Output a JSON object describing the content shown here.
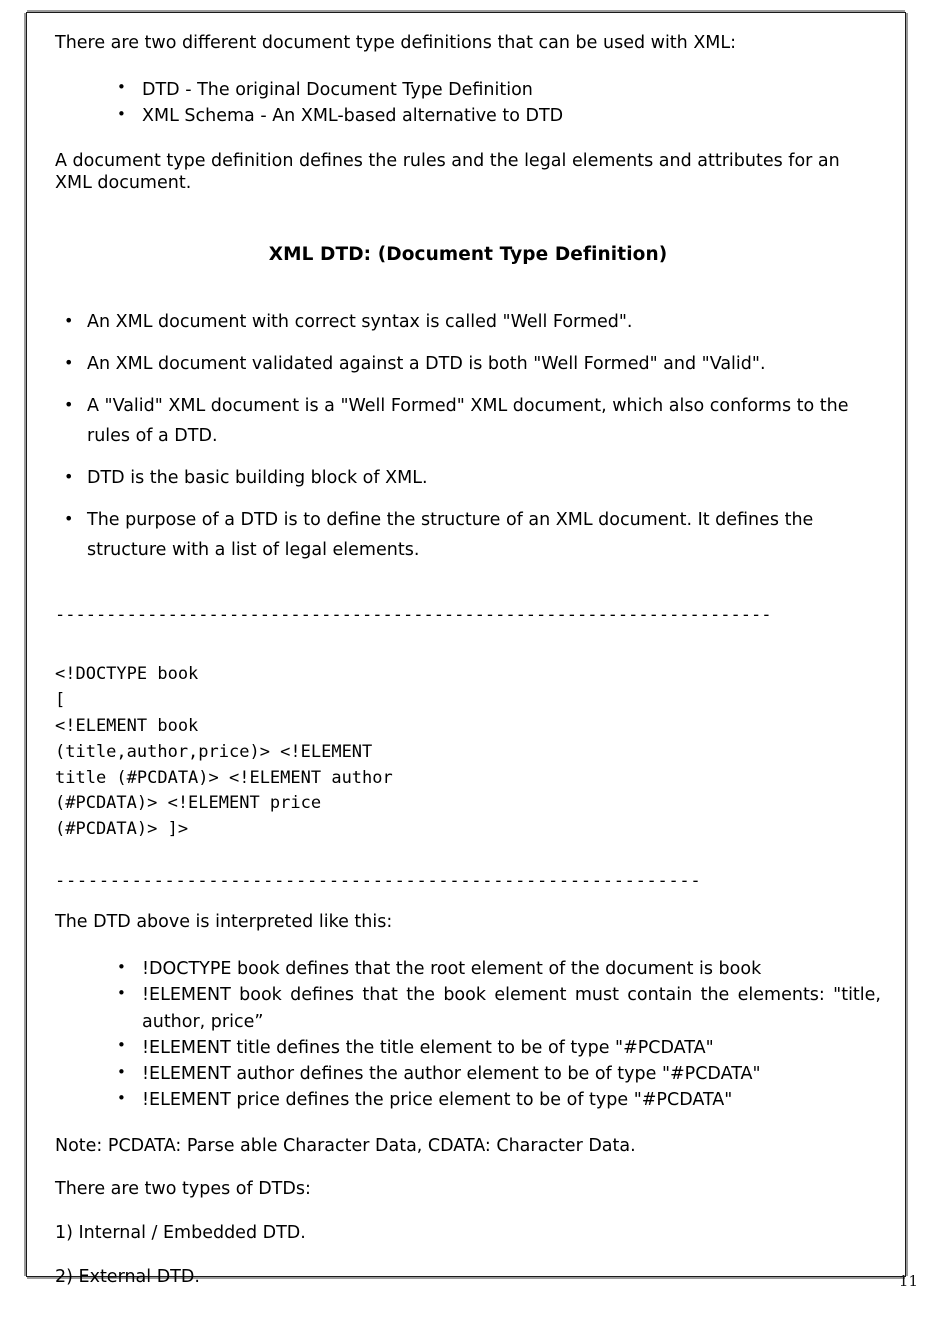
{
  "page": {
    "number": "11"
  },
  "intro": {
    "paragraph": "There are two different document type definitions that can be used with XML:",
    "definitions": [
      "DTD - The original Document Type Definition",
      "XML Schema - An XML-based alternative to DTD"
    ],
    "summary": "A document type definition defines the rules and the legal elements and attributes for an XML document."
  },
  "heading": "XML DTD: (Document Type Definition)",
  "dtd_points": [
    "An XML document with correct syntax is called \"Well Formed\".",
    "An XML document validated against a DTD is both \"Well Formed\" and \"Valid\".",
    "A \"Valid\" XML document is a \"Well Formed\" XML document, which also conforms to the rules of a DTD.",
    "DTD is the basic building block of XML.",
    "The purpose of a DTD is to define the structure of an XML document. It defines the structure with a list of legal elements."
  ],
  "separators": {
    "top": "----------------------------------------------------------------------",
    "bottom": "-----------------------------------------------------------"
  },
  "code_block": "<!DOCTYPE book\n[\n<!ELEMENT book\n(title,author,price)> <!ELEMENT\ntitle (#PCDATA)> <!ELEMENT author\n(#PCDATA)> <!ELEMENT price\n(#PCDATA)> ]>",
  "interpretation": {
    "lead": "The DTD above is interpreted like this:",
    "items": [
      "!DOCTYPE book defines that the root element of the document is book",
      "!ELEMENT book defines that the book element must contain the elements: \"title, author, price”",
      "!ELEMENT title defines the title element to be of type \"#PCDATA\"",
      "!ELEMENT author defines the author element to be of type \"#PCDATA\"",
      "!ELEMENT price defines the price element to be of type \"#PCDATA\""
    ]
  },
  "note": "Note: PCDATA: Parse able Character Data, CDATA: Character Data.",
  "types": {
    "lead": "There are two types of DTDs:",
    "items": [
      "1) Internal / Embedded DTD.",
      "2) External DTD."
    ]
  }
}
